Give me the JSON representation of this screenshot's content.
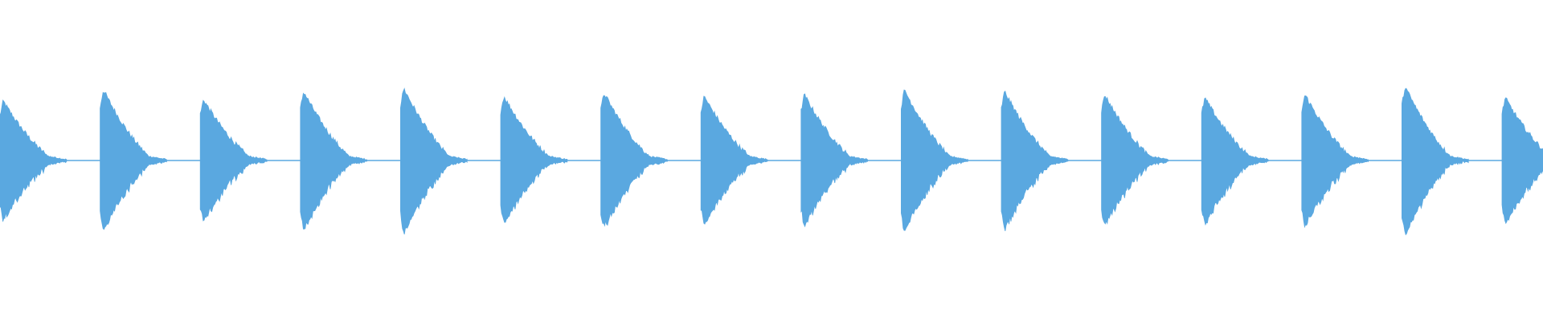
{
  "waveform": {
    "color": "#5aa8e0",
    "centerline_color": "#5aa8e0",
    "background": "#ffffff",
    "pulse_count": 16,
    "pulses": [
      {
        "peak_amplitude": 0.37
      },
      {
        "peak_amplitude": 0.44
      },
      {
        "peak_amplitude": 0.38
      },
      {
        "peak_amplitude": 0.43
      },
      {
        "peak_amplitude": 0.45
      },
      {
        "peak_amplitude": 0.4
      },
      {
        "peak_amplitude": 0.42
      },
      {
        "peak_amplitude": 0.4
      },
      {
        "peak_amplitude": 0.41
      },
      {
        "peak_amplitude": 0.44
      },
      {
        "peak_amplitude": 0.43
      },
      {
        "peak_amplitude": 0.41
      },
      {
        "peak_amplitude": 0.39
      },
      {
        "peak_amplitude": 0.41
      },
      {
        "peak_amplitude": 0.46
      },
      {
        "peak_amplitude": 0.39
      }
    ]
  }
}
